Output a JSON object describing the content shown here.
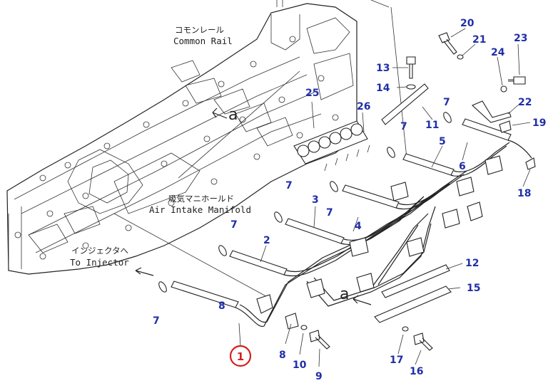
{
  "labels": {
    "common_rail_jp": "コモンレール",
    "common_rail_en": "Common Rail",
    "air_intake_jp": "吸気マニホールド",
    "air_intake_en": "Air Intake Manifold",
    "injector_jp": "インジェクタへ",
    "injector_en": "To Injector",
    "ref_a": "a"
  },
  "parts": [
    "1",
    "2",
    "3",
    "4",
    "5",
    "6",
    "7",
    "8",
    "9",
    "10",
    "11",
    "12",
    "13",
    "14",
    "15",
    "16",
    "17",
    "18",
    "19",
    "20",
    "21",
    "22",
    "23",
    "24",
    "25",
    "26"
  ],
  "callouts": {
    "c2": "2",
    "c3": "3",
    "c4": "4",
    "c5": "5",
    "c6": "6",
    "c7a": "7",
    "c7b": "7",
    "c7c": "7",
    "c7d": "7",
    "c7e": "7",
    "c7f": "7",
    "c8a": "8",
    "c8b": "8",
    "c9": "9",
    "c10": "10",
    "c11": "11",
    "c12": "12",
    "c13": "13",
    "c14": "14",
    "c15": "15",
    "c16": "16",
    "c17": "17",
    "c18": "18",
    "c19": "19",
    "c20": "20",
    "c21": "21",
    "c22": "22",
    "c23": "23",
    "c24": "24",
    "c25": "25",
    "c26": "26"
  },
  "highlighted_part": "1",
  "colors": {
    "callout": "#1f2fa8",
    "highlight": "#d42020",
    "line": "#222222"
  }
}
